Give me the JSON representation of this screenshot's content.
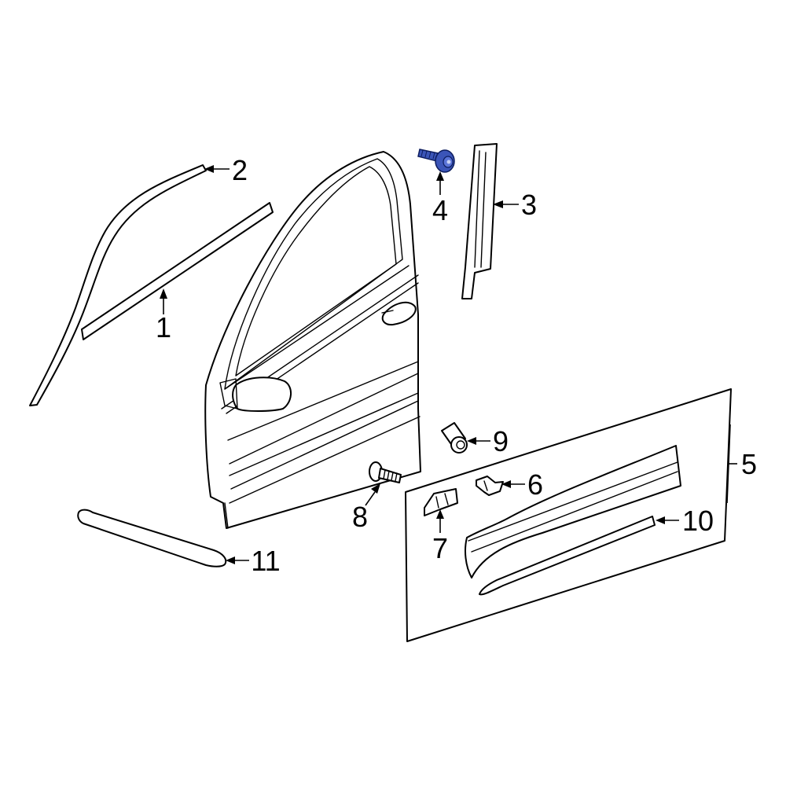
{
  "callouts": {
    "c1": "1",
    "c2": "2",
    "c3": "3",
    "c4": "4",
    "c5": "5",
    "c6": "6",
    "c7": "7",
    "c8": "8",
    "c9": "9",
    "c10": "10",
    "c11": "11"
  },
  "colors": {
    "highlight": "#3b55b8",
    "line": "#000000",
    "background": "#ffffff"
  }
}
